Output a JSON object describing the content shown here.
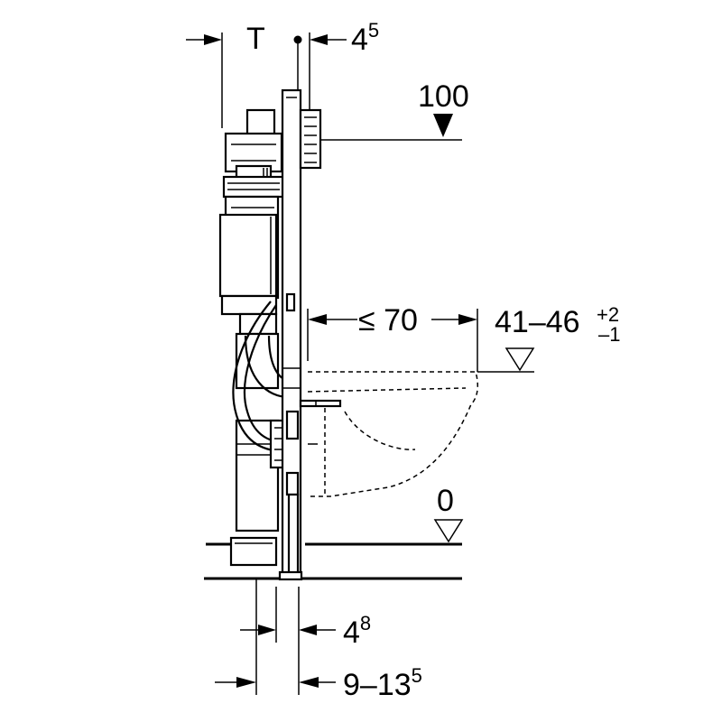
{
  "dimensions": {
    "depth_symbol": "T",
    "top_offset": {
      "main": "4",
      "sup": "5"
    },
    "flush_height": "100",
    "distance": "≤ 70",
    "seat_height": {
      "main": "41–46",
      "sup_top": "+2",
      "sup_bottom": "–1"
    },
    "floor_level": "0",
    "foot_offset": {
      "main": "4",
      "sup": "8"
    },
    "foot_range": {
      "main": "9–13",
      "sup": "5"
    }
  }
}
